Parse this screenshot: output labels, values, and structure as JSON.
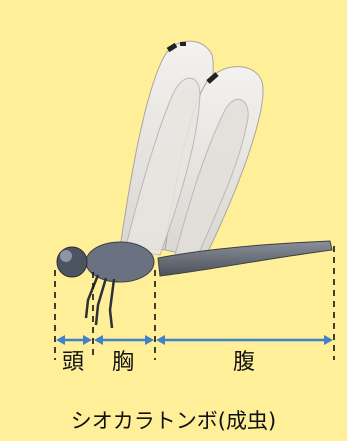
{
  "diagram": {
    "background_color": "#ffef99",
    "arrow_color": "#3f82c8",
    "segments": [
      {
        "key": "head",
        "label": "頭"
      },
      {
        "key": "thorax",
        "label": "胸"
      },
      {
        "key": "abdomen",
        "label": "腹"
      }
    ],
    "caption": "シオカラトンボ(成虫)"
  }
}
